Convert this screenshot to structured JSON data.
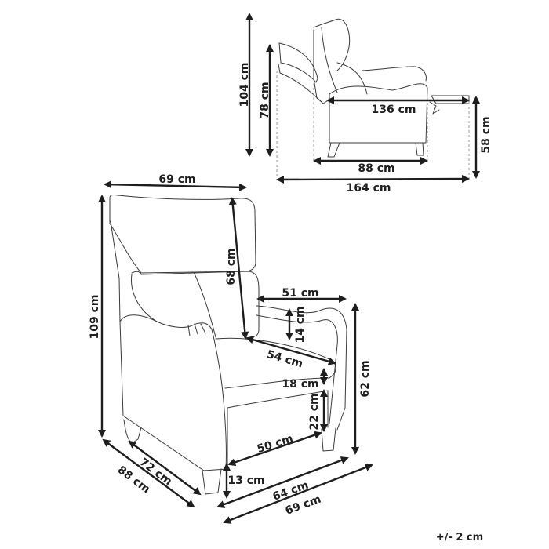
{
  "diagram": {
    "type": "product-dimension-drawing",
    "subject": "recliner armchair",
    "tolerance": "+/- 2 cm",
    "colors": {
      "line": "#1e1e1e",
      "outline": "#3a3a3a",
      "guide": "#9a9a9a",
      "background": "#ffffff"
    }
  },
  "side_view": {
    "dimensions": {
      "total_height_reclined": "104 cm",
      "back_height_reclined": "78 cm",
      "seat_to_footrest_length": "136 cm",
      "footrest_height": "58 cm",
      "depth_upright": "88 cm",
      "total_length_reclined": "164 cm"
    }
  },
  "front_view": {
    "dimensions": {
      "top_width": "69 cm",
      "total_height": "109 cm",
      "backrest_height": "68 cm",
      "inner_seat_width": "51 cm",
      "armrest_height_above_seat": "14 cm",
      "seat_diagonal": "54 cm",
      "seat_cushion_thickness": "18 cm",
      "seat_base_height": "22 cm",
      "seat_depth": "50 cm",
      "armrest_total_height": "62 cm",
      "leg_height": "13 cm",
      "inner_depth": "72 cm",
      "total_depth": "88 cm",
      "front_width_inner": "64 cm",
      "front_width_total": "69 cm"
    }
  }
}
